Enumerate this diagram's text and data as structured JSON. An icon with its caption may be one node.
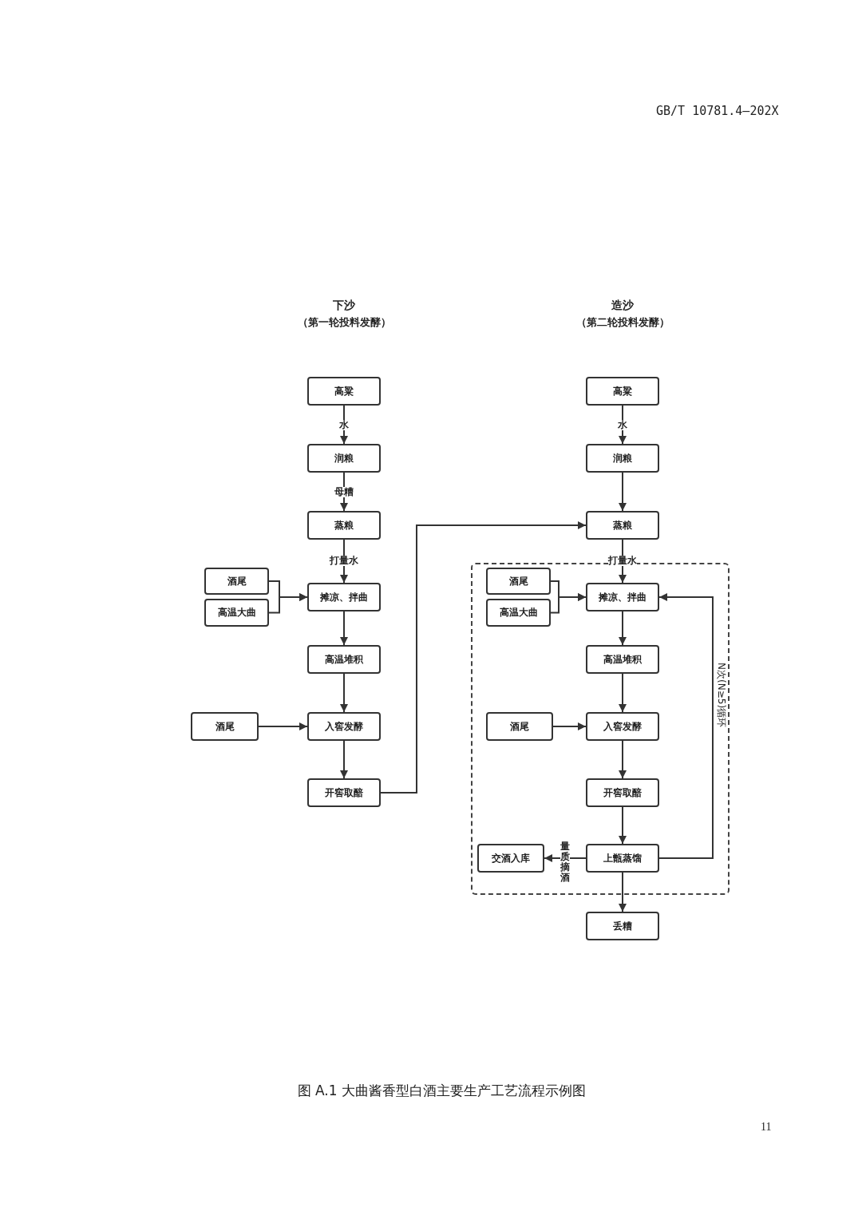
{
  "diagram": {
    "caption": "图 A.1 大曲酱香型白酒主要生产工艺流程示例图",
    "nodes": [
      {
        "text": [
          "高粱"
        ]
      },
      {
        "text": [
          "润粮"
        ]
      },
      {
        "text": [
          "蒸粮"
        ]
      },
      {
        "text": [
          "酒尾"
        ]
      },
      {
        "text": [
          "高温大曲"
        ]
      },
      {
        "text": [
          "摊凉、拌曲"
        ]
      },
      {
        "text": [
          "高温堆积"
        ]
      },
      {
        "text": [
          "酒尾"
        ]
      },
      {
        "text": [
          "入窖发酵"
        ]
      },
      {
        "text": [
          "开窖取醅"
        ]
      },
      {
        "text": [
          "高粱"
        ]
      },
      {
        "text": [
          "润粮"
        ]
      },
      {
        "text": [
          "蒸粮"
        ]
      },
      {
        "text": [],
        "shape": "box"
      },
      {
        "text": [
          "酒尾"
        ],
        "in": 13
      },
      {
        "text": [
          "高温大曲"
        ],
        "in": 13
      },
      {
        "text": [
          "摊凉、拌曲"
        ],
        "in": 13
      },
      {
        "text": [
          "高温堆积"
        ],
        "in": 13
      },
      {
        "text": [
          "酒尾"
        ],
        "in": 13
      },
      {
        "text": [
          "入窖发酵"
        ],
        "in": 13
      },
      {
        "text": [
          "开窖取醅"
        ],
        "in": 13
      },
      {
        "text": [
          "交酒入库"
        ],
        "in": 13
      },
      {
        "text": [
          "上甑蒸馏"
        ],
        "in": 13
      },
      {
        "text": [
          "丢糟"
        ]
      }
    ],
    "edges": [
      {
        "from": 0,
        "to": 1,
        "arrow": "to",
        "label": "水"
      },
      {
        "from": 1,
        "to": 2,
        "arrow": "to",
        "label": "母糟"
      },
      {
        "from": 2,
        "to": 5,
        "arrow": "to",
        "label": "打量水"
      },
      {
        "from": 3,
        "to": 5,
        "arrow": "to"
      },
      {
        "from": 4,
        "to": 5,
        "arrow": "to"
      },
      {
        "from": 5,
        "to": 6,
        "arrow": "to"
      },
      {
        "from": 6,
        "to": 8,
        "arrow": "to"
      },
      {
        "from": 7,
        "to": 8,
        "arrow": "to"
      },
      {
        "from": 8,
        "to": 9,
        "arrow": "to"
      },
      {
        "from": 9,
        "to": 12,
        "arrow": "to"
      },
      {
        "from": 10,
        "to": 11,
        "arrow": "to",
        "label": "水"
      },
      {
        "from": 11,
        "to": 12,
        "arrow": "to"
      },
      {
        "from": 12,
        "to": 16,
        "arrow": "to",
        "label": "打量水"
      },
      {
        "from": 14,
        "to": 16,
        "arrow": "to"
      },
      {
        "from": 15,
        "to": 16,
        "arrow": "to"
      },
      {
        "from": 16,
        "to": 17,
        "arrow": "to"
      },
      {
        "from": 17,
        "to": 19,
        "arrow": "to"
      },
      {
        "from": 18,
        "to": 19,
        "arrow": "to"
      },
      {
        "from": 19,
        "to": 20,
        "arrow": "to"
      },
      {
        "from": 20,
        "to": 22,
        "arrow": "to"
      },
      {
        "from": 22,
        "to": 21,
        "arrow": "to",
        "label": "量质摘酒"
      },
      {
        "from": 22,
        "to": 16,
        "arrow": "to",
        "label": "N次(N≥5)循环"
      },
      {
        "from": 22,
        "to": 23,
        "arrow": "to"
      }
    ],
    "labels": [
      "GB/T 10781.4—202X",
      "下沙",
      "（第一轮投料发酵）",
      "造沙",
      "（第二轮投料发酵）",
      "11"
    ]
  }
}
